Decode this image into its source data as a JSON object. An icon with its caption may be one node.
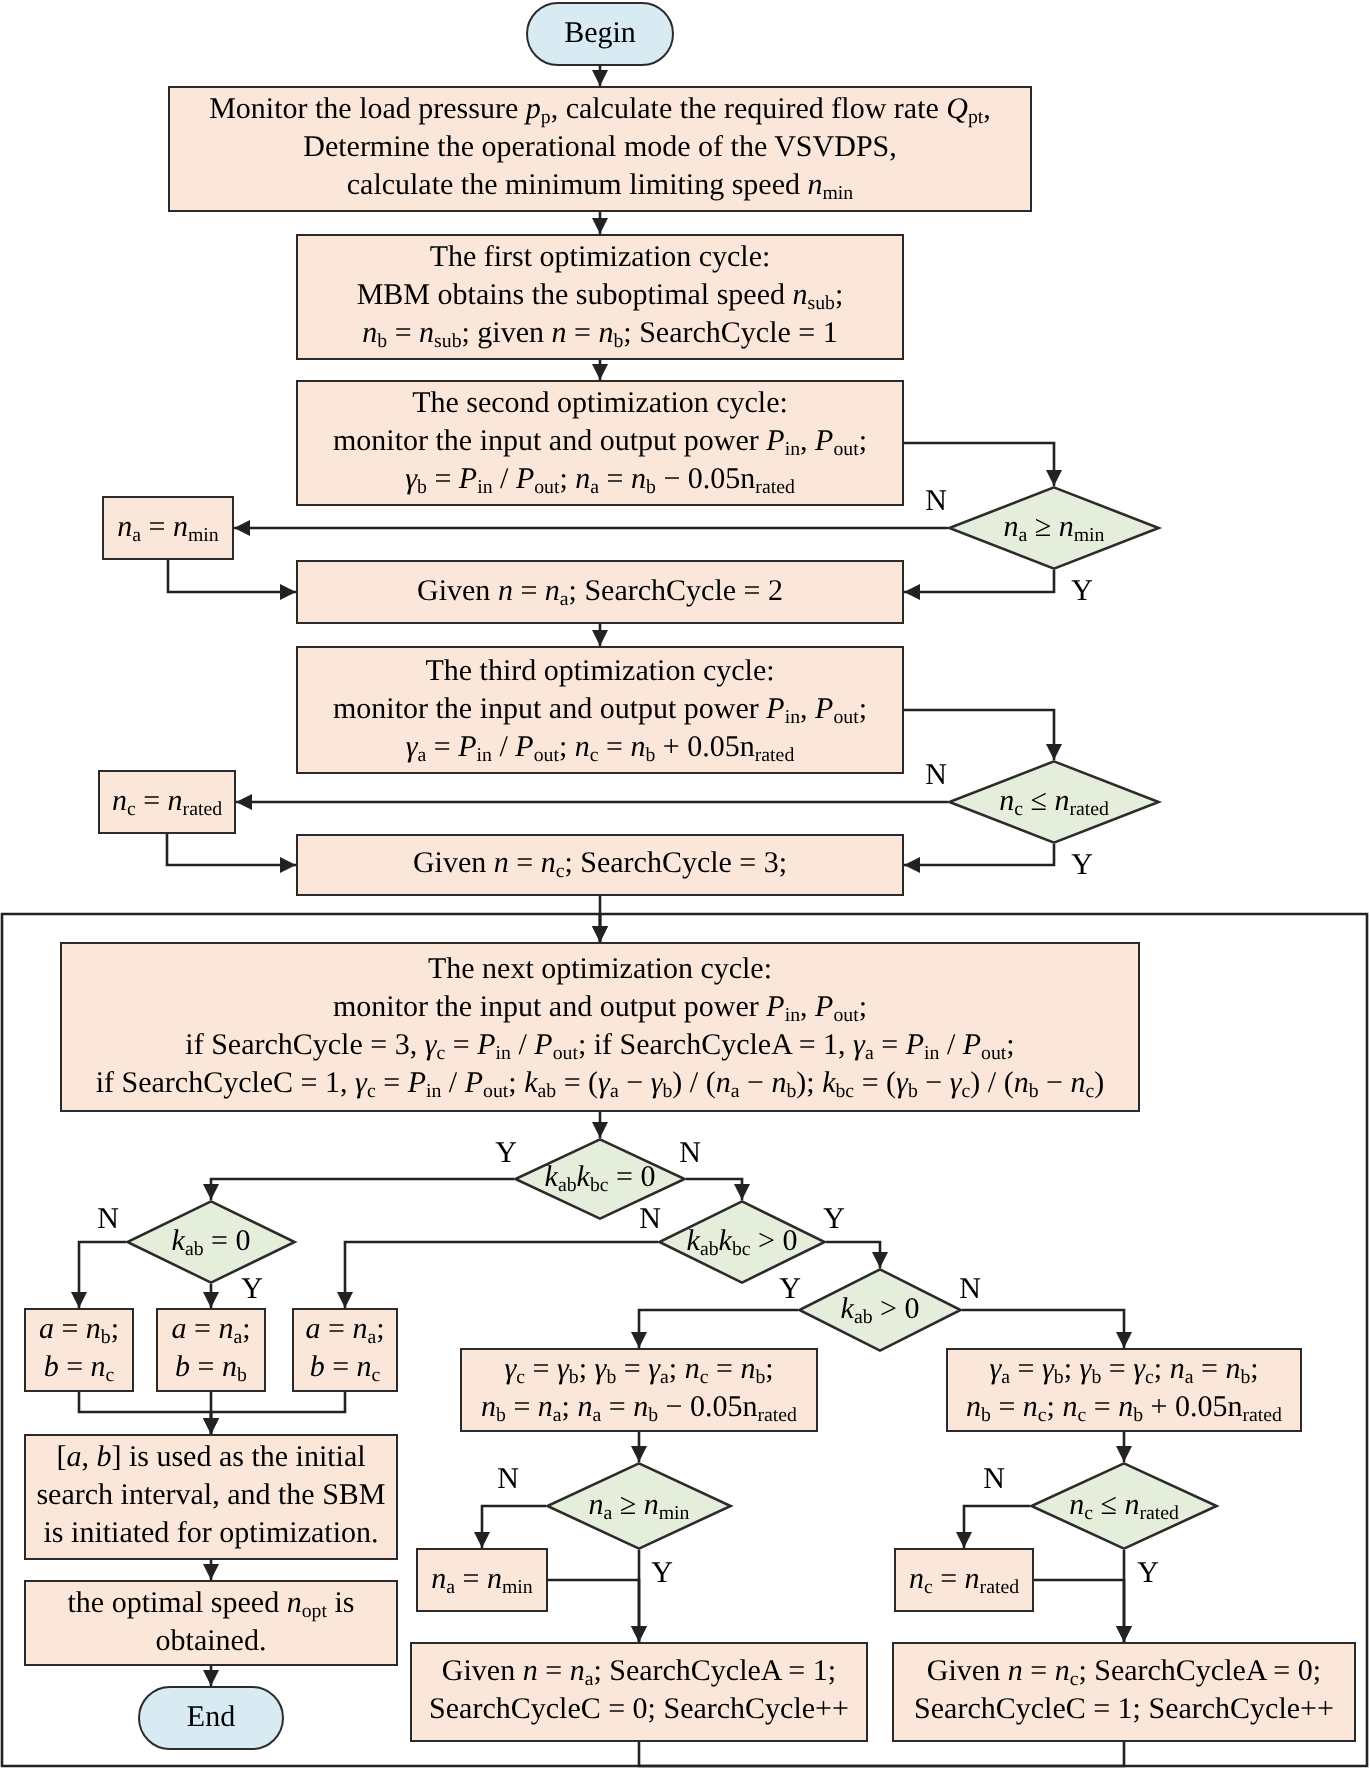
{
  "diagram": {
    "nodes": [
      {
        "text": [
          "Begin"
        ]
      },
      {
        "text": [
          "Monitor the load pressure *p*$_{p}$, calculate the required flow rate *Q*$_{pt}$,",
          "Determine the operational mode of the VSVDPS,",
          "calculate the minimum limiting speed *n*$_{min}$"
        ]
      },
      {
        "text": [
          "The first optimization cycle:",
          "MBM obtains the suboptimal speed *n*$_{sub}$; *n*$_{b}$ = *n*$_{sub}$; given *n* = *n*$_{b}$; SearchCycle = 1"
        ]
      },
      {
        "text": [
          "The second optimization cycle:",
          "monitor the input and output power *P*$_{in}$, *P*$_{out}$; *γ*$_{b}$ = *P*$_{in}$ / *P*$_{out}$; *n*$_{a}$ = *n*$_{b}$ − 0.05n$_{rated}$"
        ]
      },
      {
        "text": [
          "*n*$_{a}$ ≥ *n*$_{min}$"
        ]
      },
      {
        "text": [
          "*n*$_{a}$ = *n*$_{min}$"
        ]
      },
      {
        "text": [
          "Given *n* = *n*$_{a}$; SearchCycle = 2"
        ]
      },
      {
        "text": [
          "The third optimization cycle:",
          "monitor the input and output power *P*$_{in}$, *P*$_{out}$; *γ*$_{a}$ = *P*$_{in}$ / *P*$_{out}$; *n*$_{c}$ = *n*$_{b}$ + 0.05n$_{rated}$"
        ]
      },
      {
        "text": [
          "*n*$_{c}$ ≤ *n*$_{rated}$"
        ]
      },
      {
        "text": [
          "*n*$_{c}$ = *n*$_{rated}$"
        ]
      },
      {
        "text": [
          "Given *n* = *n*$_{c}$; SearchCycle = 3;"
        ]
      },
      {
        "text": [
          "The next optimization cycle:",
          "monitor the input and output power *P*$_{in}$, *P*$_{out}$;",
          "if SearchCycle = 3, *γ*$_{c}$ = *P*$_{in}$ / *P*$_{out}$; if SearchCycleA = 1, *γ*$_{a}$ = *P*$_{in}$ / *P*$_{out}$;",
          "if SearchCycleC = 1, *γ*$_{c}$ = *P*$_{in}$ / *P*$_{out}$; *k*$_{ab}$ = (*γ*$_{a}$ − *γ*$_{b}$) / (*n*$_{a}$ − *n*$_{b}$); *k*$_{bc}$ = (*γ*$_{b}$ − *γ*$_{c}$) / (*n*$_{b}$ − *n*$_{c}$)"
        ]
      },
      {
        "text": [
          "*k*$_{ab}$*k*$_{bc}$ = 0"
        ]
      },
      {
        "text": [
          "*k*$_{ab}$ = 0"
        ]
      },
      {
        "text": [
          "*k*$_{ab}$*k*$_{bc}$ > 0"
        ]
      },
      {
        "text": [
          "*k*$_{ab}$ > 0"
        ]
      },
      {
        "text": [
          "*a* = *n*$_{b}$; *b* = *n*$_{c}$"
        ]
      },
      {
        "text": [
          "*a* = *n*$_{a}$; *b* = *n*$_{b}$"
        ]
      },
      {
        "text": [
          "*a* = *n*$_{a}$; *b* = *n*$_{c}$"
        ]
      },
      {
        "text": [
          "*γ*$_{c}$ = *γ*$_{b}$; *γ*$_{b}$ = *γ*$_{a}$; *n*$_{c}$ = *n*$_{b}$; *n*$_{b}$ = *n*$_{a}$; *n*$_{a}$ = *n*$_{b}$ − 0.05n$_{rated}$"
        ]
      },
      {
        "text": [
          "*γ*$_{a}$ = *γ*$_{b}$; *γ*$_{b}$ = *γ*$_{c}$; *n*$_{a}$ = *n*$_{b}$; *n*$_{b}$ = *n*$_{c}$; *n*$_{c}$ = *n*$_{b}$ + 0.05n$_{rated}$"
        ]
      },
      {
        "text": [
          "[*a*, *b*] is used as the initial search interval, and the SBM is initiated for optimization."
        ]
      },
      {
        "text": [
          "*n*$_{a}$ ≥ *n*$_{min}$"
        ]
      },
      {
        "text": [
          "*n*$_{c}$ ≤ *n*$_{rated}$"
        ]
      },
      {
        "text": [
          "*n*$_{a}$ = *n*$_{min}$"
        ]
      },
      {
        "text": [
          "*n*$_{c}$ = *n*$_{rated}$"
        ]
      },
      {
        "text": [
          "the optimal speed *n*$_{opt}$ is obtained."
        ]
      },
      {
        "text": [
          "Given *n* = *n*$_{a}$; SearchCycleA = 1; SearchCycleC = 0; SearchCycle++"
        ]
      },
      {
        "text": [
          "Given *n* = *n*$_{c}$; SearchCycleA = 0; SearchCycleC = 1; SearchCycle++"
        ]
      },
      {
        "text": [
          "End"
        ]
      }
    ],
    "edges": [
      {
        "from": 0,
        "to": 1,
        "arrow": "to"
      },
      {
        "from": 1,
        "to": 2,
        "arrow": "to"
      },
      {
        "from": 2,
        "to": 3,
        "arrow": "to"
      },
      {
        "from": 3,
        "to": 4,
        "arrow": "to"
      },
      {
        "from": 4,
        "to": 5,
        "arrow": "to",
        "label": "N"
      },
      {
        "from": 4,
        "to": 6,
        "arrow": "to",
        "label": "Y"
      },
      {
        "from": 5,
        "to": 6,
        "arrow": "to"
      },
      {
        "from": 6,
        "to": 7,
        "arrow": "to"
      },
      {
        "from": 7,
        "to": 8,
        "arrow": "to"
      },
      {
        "from": 8,
        "to": 9,
        "arrow": "to",
        "label": "N"
      },
      {
        "from": 8,
        "to": 10,
        "arrow": "to",
        "label": "Y"
      },
      {
        "from": 9,
        "to": 10,
        "arrow": "to"
      },
      {
        "from": 10,
        "to": 11,
        "arrow": "to"
      },
      {
        "from": 11,
        "to": 12,
        "arrow": "to"
      },
      {
        "from": 12,
        "to": 13,
        "arrow": "to",
        "label": "Y"
      },
      {
        "from": 12,
        "to": 14,
        "arrow": "to",
        "label": "N"
      },
      {
        "from": 13,
        "to": 16,
        "arrow": "to",
        "label": "N"
      },
      {
        "from": 13,
        "to": 17,
        "arrow": "to",
        "label": "Y"
      },
      {
        "from": 14,
        "to": 18,
        "arrow": "to",
        "label": "N"
      },
      {
        "from": 14,
        "to": 15,
        "arrow": "to",
        "label": "Y"
      },
      {
        "from": 15,
        "to": 19,
        "arrow": "to",
        "label": "Y"
      },
      {
        "from": 15,
        "to": 20,
        "arrow": "to",
        "label": "N"
      },
      {
        "from": 16,
        "to": 21,
        "arrow": "to"
      },
      {
        "from": 17,
        "to": 21,
        "arrow": "to"
      },
      {
        "from": 18,
        "to": 21,
        "arrow": "to"
      },
      {
        "from": 21,
        "to": 26,
        "arrow": "to"
      },
      {
        "from": 26,
        "to": 29,
        "arrow": "to"
      },
      {
        "from": 19,
        "to": 22,
        "arrow": "to"
      },
      {
        "from": 22,
        "to": 24,
        "arrow": "to",
        "label": "N"
      },
      {
        "from": 22,
        "to": 27,
        "arrow": "to",
        "label": "Y"
      },
      {
        "from": 24,
        "to": 27,
        "arrow": "to"
      },
      {
        "from": 20,
        "to": 23,
        "arrow": "to"
      },
      {
        "from": 23,
        "to": 25,
        "arrow": "to",
        "label": "N"
      },
      {
        "from": 23,
        "to": 28,
        "arrow": "to",
        "label": "Y"
      },
      {
        "from": 25,
        "to": 28,
        "arrow": "to"
      },
      {
        "from": 27,
        "to": 11,
        "arrow": "to"
      },
      {
        "from": 28,
        "to": 11,
        "arrow": "to"
      }
    ]
  }
}
